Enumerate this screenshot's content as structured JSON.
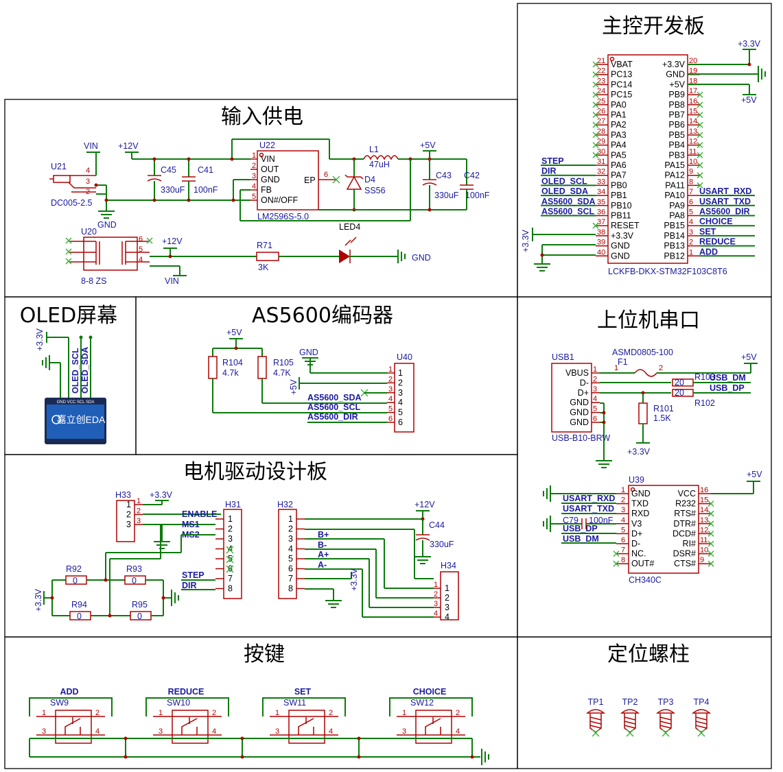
{
  "sections": {
    "mcu": {
      "title": "主控开发板"
    },
    "power": {
      "title": "输入供电"
    },
    "oled": {
      "title": "OLED屏幕"
    },
    "encoder": {
      "title": "AS5600编码器"
    },
    "host": {
      "title": "上位机串口"
    },
    "motor": {
      "title": "电机驱动设计板"
    },
    "keys": {
      "title": "按键"
    },
    "mount": {
      "title": "定位螺柱"
    }
  },
  "power": {
    "vin": "VIN",
    "p12v": "+12V",
    "p5v": "+5V",
    "gnd": "GND",
    "u21": "U21",
    "u21_part": "DC005-2.5",
    "u21_pins": [
      "4",
      "3",
      "2"
    ],
    "c45": "C45",
    "c45_val": "330uF",
    "c41": "C41",
    "c41_val": "100nF",
    "u22": "U22",
    "u22_part": "LM2596S-5.0",
    "u22_left_pins": [
      "VIN",
      "OUT",
      "GND",
      "FB",
      "ON#/OFF"
    ],
    "u22_left_nums": [
      "1",
      "2",
      "3",
      "4",
      "5"
    ],
    "u22_ep": "EP",
    "u22_ep_num": "6",
    "l1": "L1",
    "l1_val": "47uH",
    "d4": "D4",
    "d4_val": "SS56",
    "c43": "C43",
    "c43_val": "330uF",
    "c42": "C42",
    "c42_val": "100nF",
    "u20": "U20",
    "u20_part": "8-8 ZS",
    "u20_pins": [
      "6",
      "5",
      "4"
    ],
    "r71": "R71",
    "r71_val": "3K",
    "led4": "LED4",
    "gnd2": "GND",
    "p12v_b": "+12V",
    "vin_b": "VIN"
  },
  "mcu": {
    "left_nums": [
      "21",
      "22",
      "23",
      "24",
      "25",
      "26",
      "27",
      "28",
      "29",
      "30",
      "31",
      "32",
      "33",
      "34",
      "35",
      "36",
      "37",
      "38",
      "39",
      "40"
    ],
    "left_pins": [
      "VBAT",
      "PC13",
      "PC14",
      "PC15",
      "PA0",
      "PA1",
      "PA2",
      "PA3",
      "PA4",
      "PA5",
      "PA6",
      "PA7",
      "PB0",
      "PB1",
      "PB10",
      "PB11",
      "RESET",
      "+3.3V",
      "GND",
      "GND"
    ],
    "right_nums": [
      "20",
      "19",
      "18",
      "17",
      "16",
      "15",
      "14",
      "13",
      "12",
      "11",
      "10",
      "9",
      "8",
      "7",
      "6",
      "5",
      "4",
      "3",
      "2",
      "1"
    ],
    "right_pins": [
      "+3.3V",
      "GND",
      "+5V",
      "PB9",
      "PB8",
      "PB7",
      "PB6",
      "PB5",
      "PB4",
      "PB3",
      "PA15",
      "PA12",
      "PA11",
      "PA10",
      "PA9",
      "PA8",
      "PB15",
      "PB14",
      "PB13",
      "PB12"
    ],
    "left_nets": {
      "31": "STEP",
      "32": "DIR",
      "33": "OLED_SCL",
      "34": "OLED_SDA",
      "35": "AS5600_SDA",
      "36": "AS5600_SCL"
    },
    "right_nets": {
      "7": "USART_RXD",
      "6": "USART_TXD",
      "5": "AS5600_DIR",
      "4": "CHOICE",
      "3": "SET",
      "2": "REDUCE",
      "1": "ADD"
    },
    "part": "LCKFB-DKX-STM32F103C8T6",
    "p33": "+3.3V",
    "p5v": "+5V",
    "p33_side": "+3.3V"
  },
  "oled": {
    "p33": "+3.3V",
    "scl": "OLED_SCL",
    "sda": "OLED_SDA",
    "pins": "GND VCC SCL SDA",
    "logo": "嘉立创EDA"
  },
  "encoder": {
    "p5v": "+5V",
    "gnd": "GND",
    "p5v_side": "+5V",
    "r104": "R104",
    "r104_val": "4.7k",
    "r105": "R105",
    "r105_val": "4.7K",
    "u40": "U40",
    "nums": [
      "1",
      "2",
      "3",
      "4",
      "5",
      "6"
    ],
    "nets": [
      "AS5600_SDA",
      "AS5600_SCL",
      "AS5600_DIR"
    ]
  },
  "host": {
    "usb1": "USB1",
    "usb_pins": [
      "VBUS",
      "D-",
      "D+",
      "GND",
      "GND",
      "GND"
    ],
    "usb_nums": [
      "1",
      "2",
      "3",
      "4",
      "5",
      "6"
    ],
    "usb_part": "USB-B10-BRW",
    "f1_part": "ASMD0805-100",
    "f1": "F1",
    "f1_nums": [
      "1",
      "2"
    ],
    "p5v": "+5V",
    "r103": "R103",
    "r102": "R102",
    "r_val": "20",
    "usb_dm": "USB_DM",
    "usb_dp": "USB_DP",
    "r101": "R101",
    "r101_val": "1.5K",
    "p33": "+3.3V",
    "u39": "U39",
    "u39_part": "CH340C",
    "p5v_b": "+5V",
    "u39_left": [
      "GND",
      "TXD",
      "RXD",
      "V3",
      "D+",
      "D-",
      "NC.",
      "OUT#"
    ],
    "u39_left_nums": [
      "1",
      "2",
      "3",
      "4",
      "5",
      "6",
      "7",
      "8"
    ],
    "u39_right": [
      "VCC",
      "R232",
      "RTS#",
      "DTR#",
      "DCD#",
      "RI#",
      "DSR#",
      "CTS#"
    ],
    "u39_right_nums": [
      "16",
      "15",
      "14",
      "13",
      "12",
      "11",
      "10",
      "9"
    ],
    "nets": [
      "USART_RXD",
      "USART_TXD",
      "USB_DP",
      "USB_DM"
    ],
    "c79": "C79",
    "c79_val": "100nF"
  },
  "motor": {
    "h33": "H33",
    "h33_nums": [
      "1",
      "2",
      "3"
    ],
    "p33": "+3.3V",
    "h31": "H31",
    "h31_nums": [
      "1",
      "2",
      "3",
      "4",
      "5",
      "6",
      "7",
      "8"
    ],
    "nets": [
      "ENABLE",
      "MS1",
      "MS2",
      "STEP",
      "DIR"
    ],
    "r92": "R92",
    "r93": "R93",
    "r94": "R94",
    "r95": "R95",
    "r_val": "0",
    "p33_left": "+3.3V",
    "h32": "H32",
    "h32_nums": [
      "1",
      "2",
      "3",
      "4",
      "5",
      "6",
      "7",
      "8"
    ],
    "phases": [
      "B+",
      "B-",
      "A+",
      "A-"
    ],
    "p12v": "+12V",
    "c44": "C44",
    "c44_val": "330uF",
    "h34": "H34",
    "h34_nums": [
      "1",
      "2",
      "3",
      "4"
    ],
    "p33_b": "+3.3V"
  },
  "keys": [
    {
      "net": "ADD",
      "ref": "SW9"
    },
    {
      "net": "REDUCE",
      "ref": "SW10"
    },
    {
      "net": "SET",
      "ref": "SW11"
    },
    {
      "net": "CHOICE",
      "ref": "SW12"
    }
  ],
  "key_pins": [
    "1",
    "2",
    "3",
    "4"
  ],
  "mount": [
    "TP1",
    "TP2",
    "TP3",
    "TP4"
  ]
}
